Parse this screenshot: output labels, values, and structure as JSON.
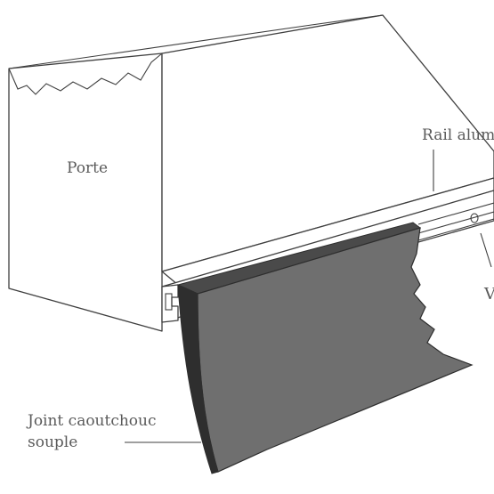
{
  "labels": {
    "door": "Porte",
    "rail": "Rail alum",
    "hole_letter": "V",
    "joint_line1": "Joint caoutchouc",
    "joint_line2": "souple"
  },
  "colors": {
    "line": "#3f3f3f",
    "rubber_face": "#6f6f6f",
    "rubber_top": "#4a4a4a",
    "label_text": "#5a5a5a",
    "background": "#ffffff"
  }
}
